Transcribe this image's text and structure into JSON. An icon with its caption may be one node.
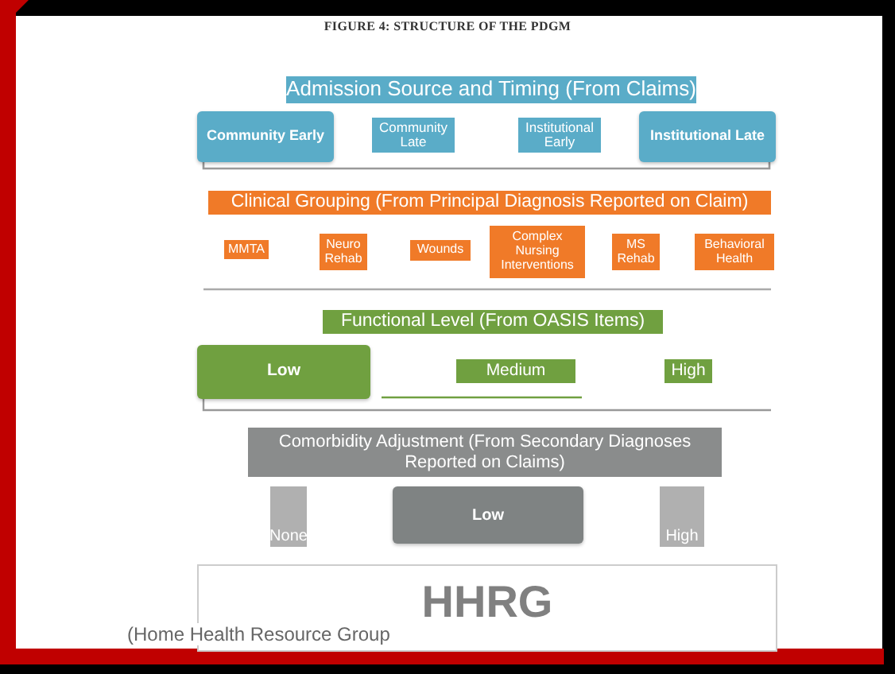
{
  "diagram": {
    "title": "FIGURE 4:  STRUCTURE OF  THE PDGM",
    "nodes": [
      {
        "text": [
          "Admission Source and Timing (From Claims)"
        ]
      },
      {
        "text": [
          "Community Early"
        ]
      },
      {
        "text": [
          "Community Late"
        ]
      },
      {
        "text": [
          "Institutional Early"
        ]
      },
      {
        "text": [
          "Institutional Late"
        ]
      },
      {
        "text": [
          "Clinical Grouping (From Principal Diagnosis Reported on Claim)"
        ]
      },
      {
        "text": [
          "MMTA"
        ]
      },
      {
        "text": [
          "Neuro Rehab"
        ]
      },
      {
        "text": [
          "Wounds"
        ]
      },
      {
        "text": [
          "Complex Nursing Interventions"
        ]
      },
      {
        "text": [
          "MS Rehab"
        ]
      },
      {
        "text": [
          "Behavioral Health"
        ]
      },
      {
        "text": [
          "Functional Level (From OASIS Items)"
        ]
      },
      {
        "text": [
          "Low"
        ]
      },
      {
        "text": [
          "Medium"
        ]
      },
      {
        "text": [
          "High"
        ]
      },
      {
        "text": [
          "Comorbidity Adjustment (From Secondary Diagnoses Reported on Claims)"
        ]
      },
      {
        "text": [
          "None"
        ]
      },
      {
        "text": [
          "Low"
        ]
      },
      {
        "text": [
          "High"
        ]
      },
      {
        "text": [
          "HHRG",
          "(Home Health Resource Group"
        ]
      }
    ]
  }
}
